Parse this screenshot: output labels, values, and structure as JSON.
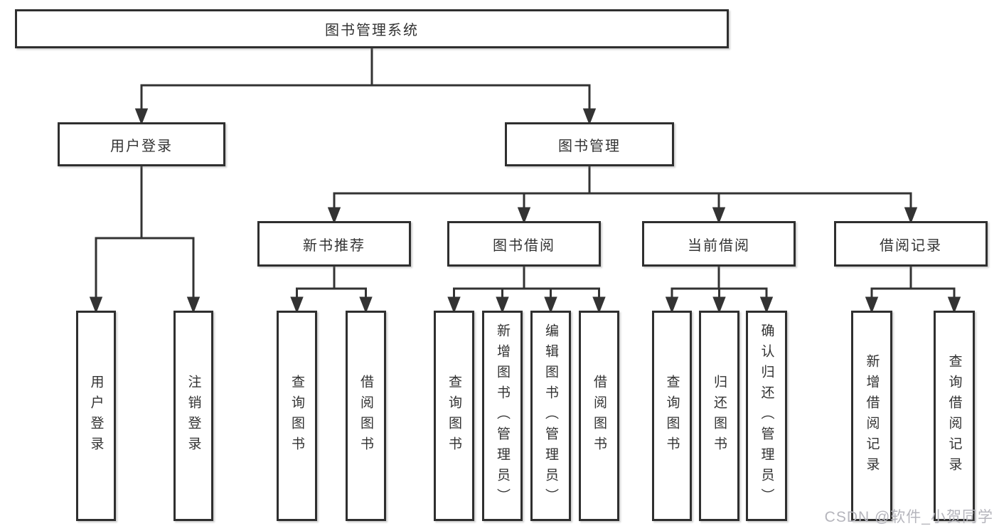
{
  "nodes": {
    "root": "图书管理系统",
    "user_login": "用户登录",
    "book_mgmt": "图书管理",
    "new_book": "新书推荐",
    "book_borrow": "图书借阅",
    "current_borrow": "当前借阅",
    "borrow_record": "借阅记录",
    "ul_login": "用户登录",
    "ul_logout": "注销登录",
    "nb_query": "查询图书",
    "nb_borrow": "借阅图书",
    "bb_query": "查询图书",
    "bb_add": "新增图书（管理员）",
    "bb_edit": "编辑图书（管理员）",
    "bb_borrow": "借阅图书",
    "cb_query": "查询图书",
    "cb_return": "归还图书",
    "cb_confirm": "确认归还（管理员）",
    "br_add": "新增借阅记录",
    "br_query": "查询借阅记录"
  },
  "watermark": "CSDN @软件_小贺同学",
  "colors": {
    "line": "#333333",
    "box_border": "#2f2f2f",
    "text": "#333333",
    "background": "#ffffff",
    "watermark": "#b5b5bc"
  }
}
